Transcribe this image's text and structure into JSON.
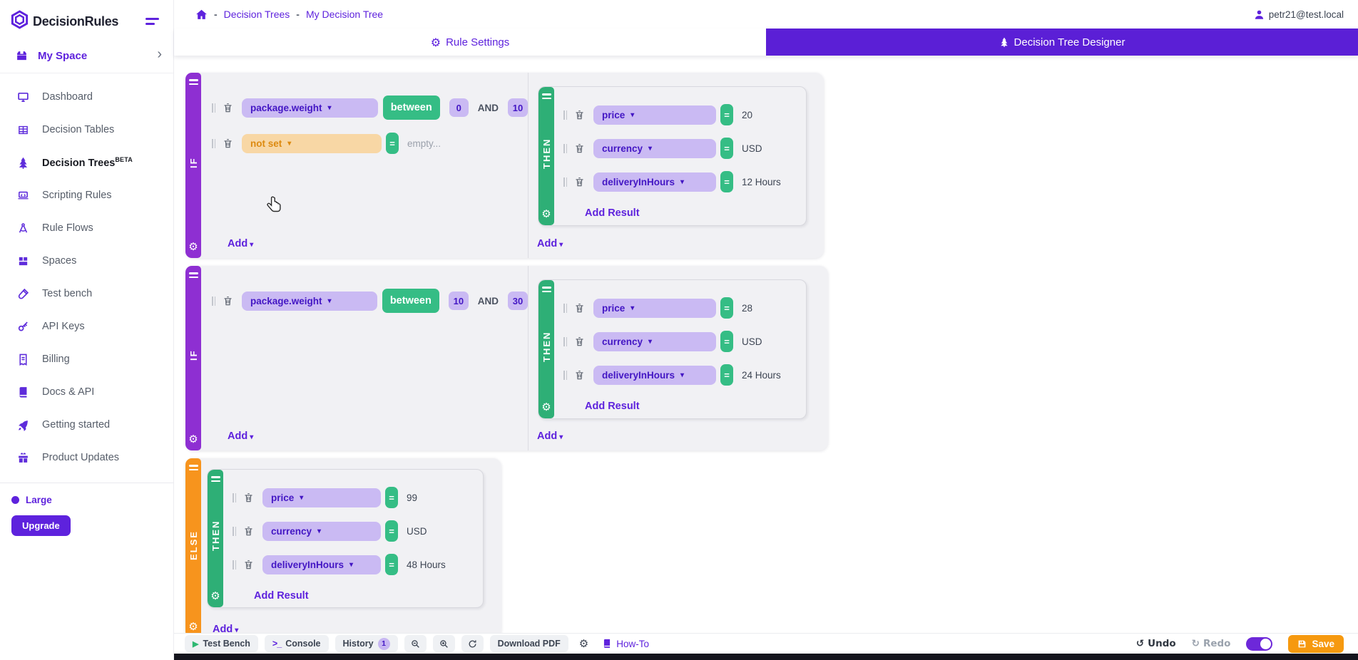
{
  "app": {
    "name": "DecisionRules"
  },
  "sidebar": {
    "space_label": "My Space",
    "items": [
      {
        "label": "Dashboard",
        "icon": "monitor-icon"
      },
      {
        "label": "Decision Tables",
        "icon": "table-icon"
      },
      {
        "label": "Decision Trees",
        "badge": "BETA",
        "icon": "tree-icon",
        "active": true
      },
      {
        "label": "Scripting Rules",
        "icon": "laptop-code-icon"
      },
      {
        "label": "Rule Flows",
        "icon": "drafting-compass-icon"
      },
      {
        "label": "Spaces",
        "icon": "box-icon"
      },
      {
        "label": "Test bench",
        "icon": "test-tube-icon"
      },
      {
        "label": "API Keys",
        "icon": "key-icon"
      },
      {
        "label": "Billing",
        "icon": "invoice-icon"
      },
      {
        "label": "Docs & API",
        "icon": "book-icon"
      },
      {
        "label": "Getting started",
        "icon": "rocket-icon"
      },
      {
        "label": "Product Updates",
        "icon": "gift-icon"
      }
    ],
    "plan_label": "Large",
    "upgrade_label": "Upgrade"
  },
  "header": {
    "breadcrumb": {
      "sep1": "-",
      "item1": "Decision Trees",
      "sep2": "-",
      "item2": "My Decision Tree"
    },
    "user_email": "petr21@test.local"
  },
  "tabs": {
    "settings_label": "Rule Settings",
    "designer_label": "Decision Tree Designer"
  },
  "tree": {
    "node1": {
      "type_label": "IF",
      "then_label": "THEN",
      "conditions": [
        {
          "field": "package.weight",
          "operator": "between",
          "value1": "0",
          "conjunction": "AND",
          "value2": "10"
        },
        {
          "field": "not set",
          "operator": "=",
          "placeholder": "empty..."
        }
      ],
      "results": [
        {
          "field": "price",
          "operator": "=",
          "value": "20"
        },
        {
          "field": "currency",
          "operator": "=",
          "value": "USD"
        },
        {
          "field": "deliveryInHours",
          "operator": "=",
          "value": "12 Hours"
        }
      ],
      "add_result_label": "Add Result",
      "add_if_label": "Add",
      "add_then_label": "Add"
    },
    "node2": {
      "type_label": "IF",
      "then_label": "THEN",
      "conditions": [
        {
          "field": "package.weight",
          "operator": "between",
          "value1": "10",
          "conjunction": "AND",
          "value2": "30"
        }
      ],
      "results": [
        {
          "field": "price",
          "operator": "=",
          "value": "28"
        },
        {
          "field": "currency",
          "operator": "=",
          "value": "USD"
        },
        {
          "field": "deliveryInHours",
          "operator": "=",
          "value": "24 Hours"
        }
      ],
      "add_result_label": "Add Result",
      "add_if_label": "Add",
      "add_then_label": "Add"
    },
    "node3": {
      "type_label": "ELSE",
      "then_label": "THEN",
      "results": [
        {
          "field": "price",
          "operator": "=",
          "value": "99"
        },
        {
          "field": "currency",
          "operator": "=",
          "value": "USD"
        },
        {
          "field": "deliveryInHours",
          "operator": "=",
          "value": "48 Hours"
        }
      ],
      "add_result_label": "Add Result",
      "add_label": "Add"
    }
  },
  "toolbar": {
    "test_bench_label": "Test Bench",
    "console_label": "Console",
    "history_label": "History",
    "history_count": "1",
    "download_pdf_label": "Download PDF",
    "how_to_label": "How-To",
    "undo_label": "Undo",
    "redo_label": "Redo",
    "save_label": "Save"
  },
  "colors": {
    "accent_purple": "#5e22dd",
    "tab_purple": "#5b1fd6",
    "if_bar_purple": "#8e2fd2",
    "then_bar_green": "#2eaf76",
    "operator_green": "#35bd85",
    "else_bar_orange": "#f7941d",
    "save_orange": "#f6990f",
    "pill_lavender": "#cabaf3",
    "pill_orange": "#f8d7a5",
    "card_gray": "#f1f1f4"
  }
}
